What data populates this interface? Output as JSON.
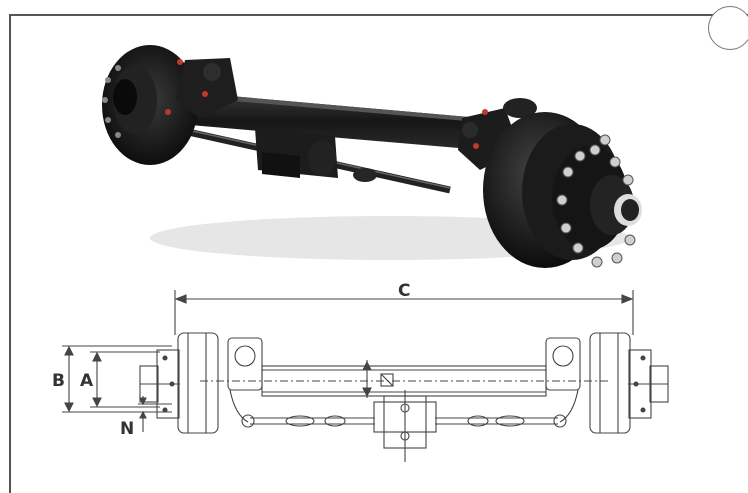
{
  "diagram": {
    "labels": {
      "c": "C",
      "b": "B",
      "a": "A",
      "n": "N"
    },
    "colors": {
      "line": "#444444",
      "axle_metal": "#1a1a1a",
      "accent_red": "#c0392b"
    }
  }
}
